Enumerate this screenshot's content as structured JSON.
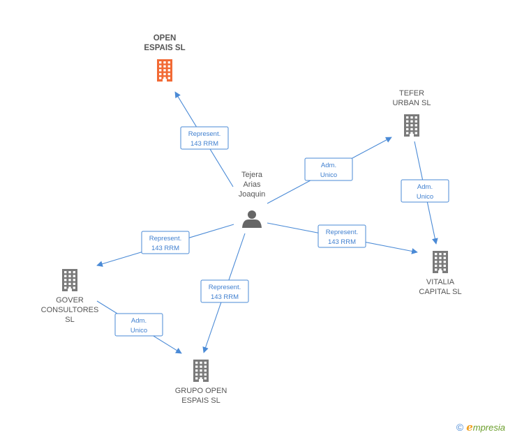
{
  "colors": {
    "edge": "#4a8ad6",
    "company": "#7a7a7a",
    "company_main": "#f26a35",
    "person": "#666666"
  },
  "nodes": [
    {
      "id": "open_espais",
      "type": "company",
      "main": true,
      "icon": "building-icon",
      "lines": [
        "OPEN",
        "ESPAIS SL"
      ]
    },
    {
      "id": "tejera",
      "type": "person",
      "icon": "person-icon",
      "lines": [
        "Tejera",
        "Arias",
        "Joaquin"
      ]
    },
    {
      "id": "tefer",
      "type": "company",
      "icon": "building-icon",
      "lines": [
        "TEFER",
        "URBAN SL"
      ]
    },
    {
      "id": "vitalia",
      "type": "company",
      "icon": "building-icon",
      "lines": [
        "VITALIA",
        "CAPITAL SL"
      ]
    },
    {
      "id": "gover",
      "type": "company",
      "icon": "building-icon",
      "lines": [
        "GOVER",
        "CONSULTORES",
        "SL"
      ]
    },
    {
      "id": "grupo",
      "type": "company",
      "icon": "building-icon",
      "lines": [
        "GRUPO OPEN",
        "ESPAIS SL"
      ]
    }
  ],
  "edges": [
    {
      "from": "tejera",
      "to": "open_espais",
      "label": [
        "Represent.",
        "143 RRM"
      ]
    },
    {
      "from": "tejera",
      "to": "tefer",
      "label": [
        "Adm.",
        "Unico"
      ]
    },
    {
      "from": "tefer",
      "to": "vitalia",
      "label": [
        "Adm.",
        "Unico"
      ]
    },
    {
      "from": "tejera",
      "to": "vitalia",
      "label": [
        "Represent.",
        "143 RRM"
      ]
    },
    {
      "from": "tejera",
      "to": "gover",
      "label": [
        "Represent.",
        "143 RRM"
      ]
    },
    {
      "from": "tejera",
      "to": "grupo",
      "label": [
        "Represent.",
        "143 RRM"
      ]
    },
    {
      "from": "gover",
      "to": "grupo",
      "label": [
        "Adm.",
        "Unico"
      ]
    }
  ],
  "footer": {
    "copyright": "©",
    "brand_initial": "e",
    "brand_rest": "mpresia"
  }
}
